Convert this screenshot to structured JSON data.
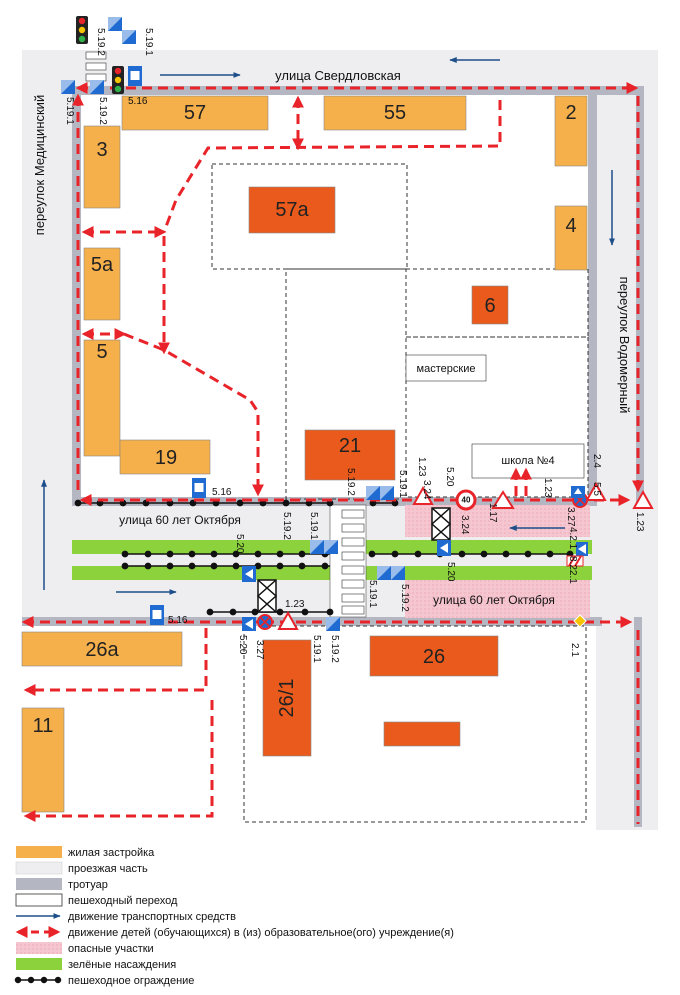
{
  "streets": {
    "sverdlovskaya": "улица Свердловская",
    "medical_lane": "переулок Медицинский",
    "vodomerny_lane": "переулок Водомерный",
    "sixty_october_top": "улица 60 лет Октября",
    "sixty_october_bottom": "улица 60 лет Октября"
  },
  "buildings": {
    "b57": "57",
    "b55": "55",
    "b2": "2",
    "b3": "3",
    "b57a": "57а",
    "b4": "4",
    "b5a": "5а",
    "b6": "6",
    "b5": "5",
    "b19": "19",
    "b21": "21",
    "b26a": "26а",
    "b26": "26",
    "b26_1": "26/1",
    "b11": "11",
    "workshops": "мастерские",
    "school": "школа №4"
  },
  "signs": {
    "s_5_19_2_a": "5.19.2",
    "s_5_19_1_a": "5.19.1",
    "s_5_19_1_b": "5.19.1",
    "s_5_19_2_b": "5.19.2",
    "s_5_16_a": "5.16",
    "s_5_16_b": "5.16",
    "s_5_19_2_c": "5.19.2",
    "s_5_19_1_c": "5.19.1",
    "s_5_19_1_d": "5.19.1",
    "s_1_23_a": "1.23",
    "s_3_24_a": "3.24",
    "s_5_20_a": "5.20",
    "s_1_23_b": "1.23",
    "s_2_4": "2.4",
    "s_5_5": "5.5",
    "s_3_27_a": "3.27",
    "s_1_23_c": "1.23",
    "s_1_17": "1.17",
    "s_3_24_b": "3.24",
    "s_5_20_b": "5.20",
    "s_5_19_2_d": "5.19.2",
    "s_5_19_1_e": "5.19.1",
    "s_5_20_c": "5.20",
    "s_4_2_1": "4.2.1",
    "s_8_22_1": "8.22.1",
    "s_5_16_c": "5.16",
    "s_1_23_d": "1.23",
    "s_5_20_d": "5.20",
    "s_3_27_b": "3.27",
    "s_5_19_1_f": "5.19.1",
    "s_5_19_2_e": "5.19.2",
    "s_2_1": "2.1",
    "speed_limit": "40"
  },
  "legend": [
    {
      "text": "жилая застройка",
      "swatch": "residential"
    },
    {
      "text": "проезжая часть",
      "swatch": "roadway"
    },
    {
      "text": "тротуар",
      "swatch": "sidewalk"
    },
    {
      "text": "пешеходный переход",
      "swatch": "crossing"
    },
    {
      "text": "движение транспортных средств",
      "swatch": "vehicle-arrow"
    },
    {
      "text": "движение детей (обучающихся) в (из) образовательное(ого) учреждение(я)",
      "swatch": "child-route"
    },
    {
      "text": "опасные участки",
      "swatch": "danger"
    },
    {
      "text": "зелёные насаждения",
      "swatch": "green"
    },
    {
      "text": "пешеходное ограждение",
      "swatch": "fence"
    }
  ],
  "colors": {
    "residential": "#f5b04b",
    "school_building": "#ea5a1c",
    "roadway": "#f0f0f2",
    "sidewalk": "#b4b6c2",
    "green": "#8cd23c",
    "danger": "#f6c6d0",
    "route": "#e8242a",
    "vehicle": "#1e4f8a"
  }
}
